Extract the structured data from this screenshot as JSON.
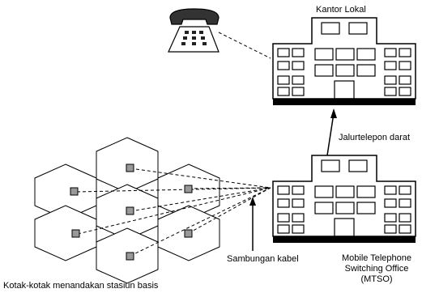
{
  "labels": {
    "local_office": "Kantor Lokal",
    "landline": "Jalurtelepon darat",
    "cable_connection": "Sambungan kabel",
    "mtso_line1": "Mobile Telephone",
    "mtso_line2": "Switching Office",
    "mtso_line3": "(MTSO)",
    "cells_caption": "Kotak-kotak menandakan stasiun basis"
  },
  "icons": [
    "telephone-icon",
    "building-icon",
    "hexagon-cell",
    "base-station-box"
  ],
  "colors": {
    "ink": "#000000",
    "background": "#ffffff",
    "handset": "#333333"
  }
}
